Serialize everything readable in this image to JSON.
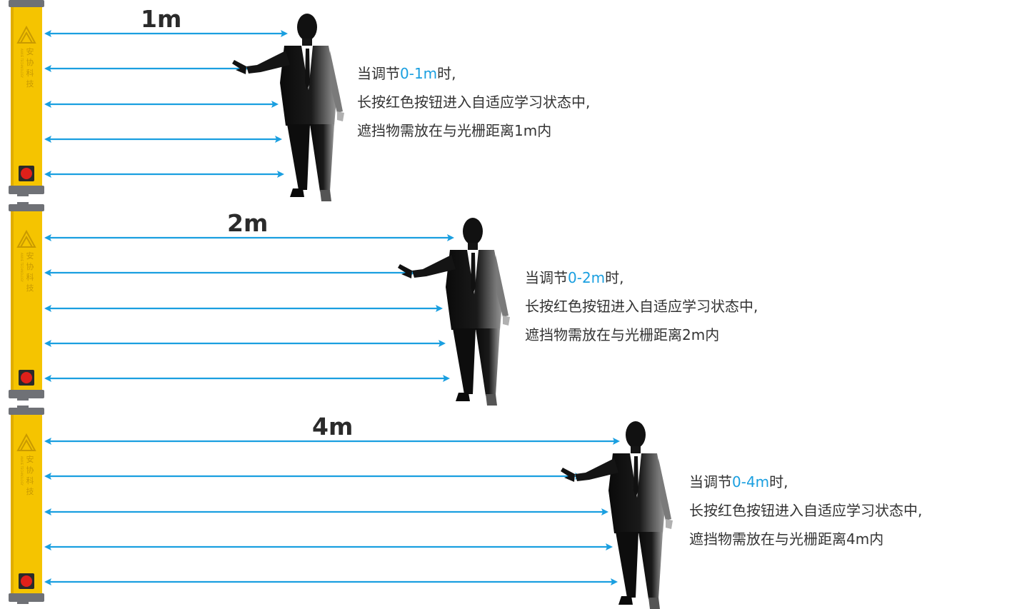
{
  "colors": {
    "device_yellow": "#f5c400",
    "device_cap": "#6f7176",
    "beam_blue": "#1a9fe0",
    "button_red": "#e0201a",
    "text": "#333333",
    "highlight": "#1a9fe0"
  },
  "device": {
    "brand_text": "安协科技",
    "brand_subtext": "ANXIE TECHNOLOGY",
    "logo_icon": "triangle-logo-icon",
    "button_icon": "red-square-button-icon"
  },
  "panels": [
    {
      "distance_label": "1m",
      "line1_prefix": "当调节",
      "line1_range": "0-1m",
      "line1_suffix": "时,",
      "line2": "长按红色按钮进入自适应学习状态中,",
      "line3": "遮挡物需放在与光栅距离1m内"
    },
    {
      "distance_label": "2m",
      "line1_prefix": "当调节",
      "line1_range": "0-2m",
      "line1_suffix": "时,",
      "line2": "长按红色按钮进入自适应学习状态中,",
      "line3": "遮挡物需放在与光栅距离2m内"
    },
    {
      "distance_label": "4m",
      "line1_prefix": "当调节",
      "line1_range": "0-4m",
      "line1_suffix": "时,",
      "line2": "长按红色按钮进入自适应学习状态中,",
      "line3": "遮挡物需放在与光栅距离4m内"
    }
  ]
}
